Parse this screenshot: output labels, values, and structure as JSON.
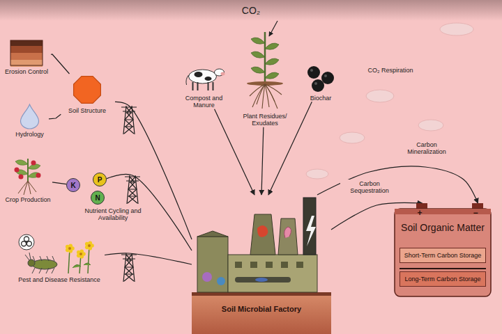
{
  "diagram": {
    "nodes": [
      {
        "text": [
          "Erosion Control"
        ]
      },
      {
        "text": [
          "Soil Structure"
        ]
      },
      {
        "text": [
          "Hydrology"
        ]
      },
      {
        "text": [
          "Compost and Manure"
        ]
      },
      {
        "text": [
          "Plant Residues/ Exudates"
        ]
      },
      {
        "text": [
          "Biochar"
        ]
      },
      {
        "text": [
          "Crop Production"
        ]
      },
      {
        "text": [
          "P"
        ]
      },
      {
        "text": [
          "K"
        ]
      },
      {
        "text": [
          "N"
        ]
      },
      {
        "text": [
          "Pest and Disease Resistance"
        ]
      },
      {
        "text": [
          "Soil Organic Matter"
        ]
      },
      {
        "text": [
          "Short-Term Carbon Storage"
        ],
        "in": 11
      },
      {
        "text": [
          "Long-Term Carbon Storage"
        ],
        "in": 11
      },
      {
        "text": [
          "Soil Microbial Factory"
        ]
      }
    ],
    "edges": [
      {
        "from": 1,
        "to": 0,
        "arrow": "none"
      },
      {
        "from": 1,
        "to": 2,
        "arrow": "none"
      },
      {
        "from": 6,
        "to": 8,
        "arrow": "none"
      },
      {
        "from": 1,
        "to": 14,
        "arrow": "none"
      },
      {
        "from": 7,
        "to": 14,
        "arrow": "none"
      },
      {
        "from": 10,
        "to": 14,
        "arrow": "none"
      },
      {
        "from": 3,
        "to": 14,
        "arrow": "to"
      },
      {
        "from": 4,
        "to": 14,
        "arrow": "to"
      },
      {
        "from": 5,
        "to": 14,
        "arrow": "to"
      },
      {
        "from": 14,
        "to": 11,
        "label": "Carbon Sequestration",
        "arrow": "to"
      },
      {
        "from": 14,
        "to": 11,
        "label": "Carbon Mineralization",
        "arrow": "to"
      }
    ],
    "labels": [
      "CO₂",
      "CO₂ Respiration",
      "Nutrient Cycling and Availability",
      "+",
      "−"
    ]
  }
}
